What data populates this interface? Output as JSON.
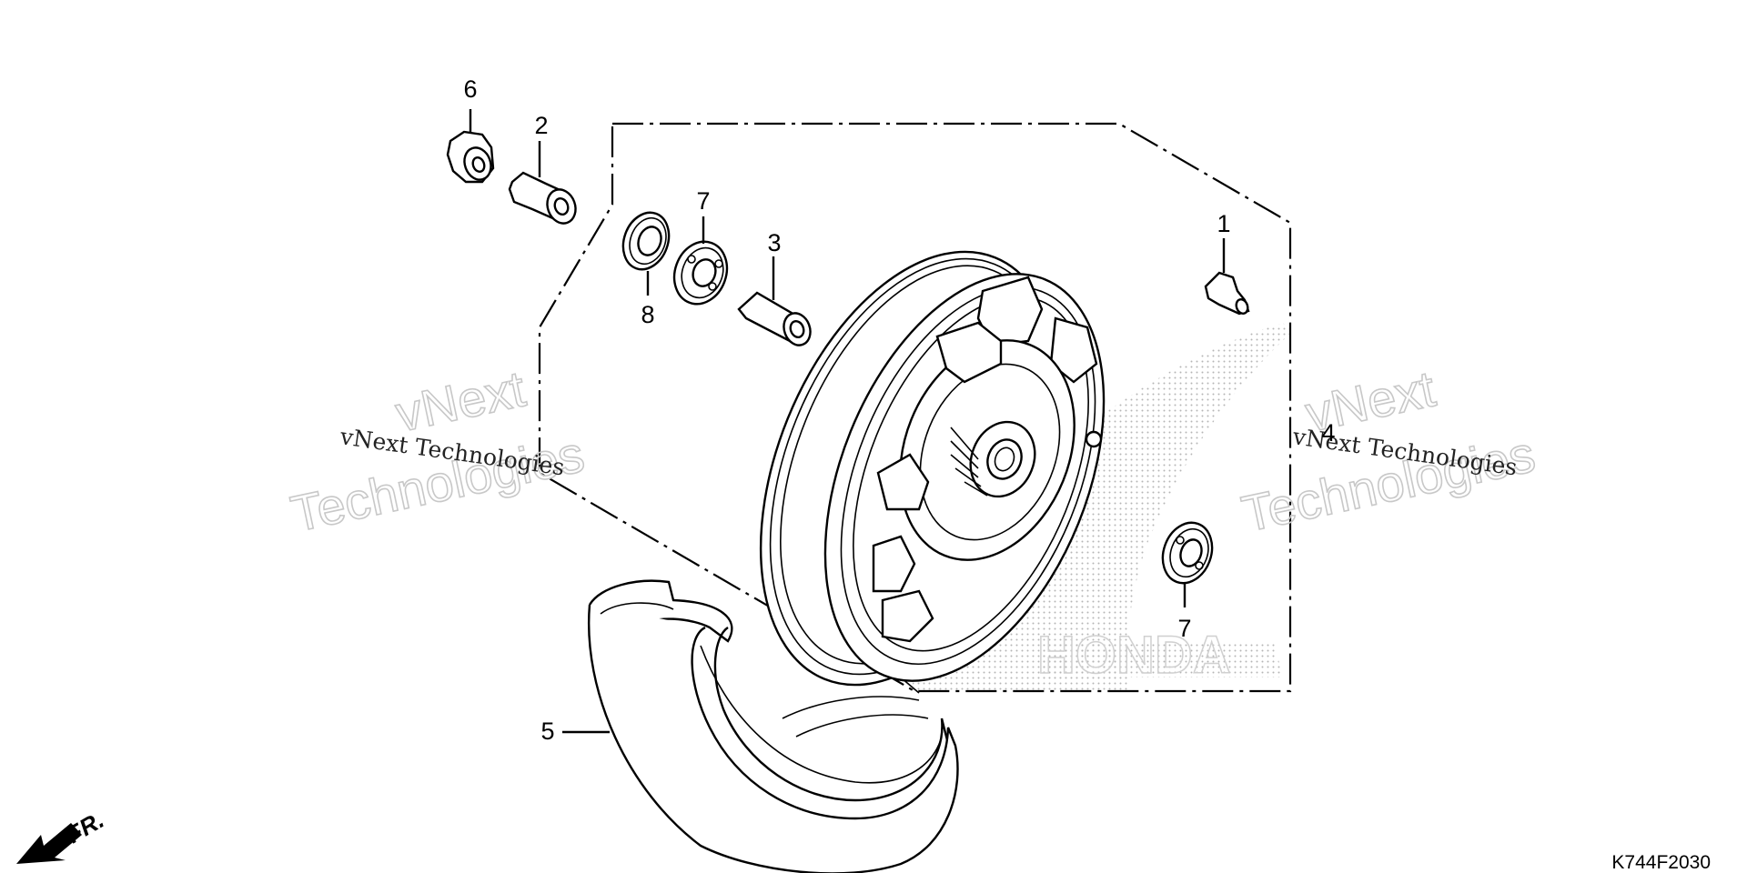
{
  "callouts": {
    "c1": "1",
    "c2": "2",
    "c3": "3",
    "c4": "4",
    "c5": "5",
    "c6": "6",
    "c7a": "7",
    "c7b": "7",
    "c8": "8"
  },
  "direction_label": "FR.",
  "diagram_code": "K744F2030",
  "watermarks": {
    "small_left": "vNext Technologies",
    "small_right": "vNext Technologies",
    "big_left_line1": "vNext",
    "big_left_line2": "Technologies",
    "big_right_line1": "vNext",
    "big_right_line2": "Technologies"
  },
  "logo_text": "HONDA"
}
